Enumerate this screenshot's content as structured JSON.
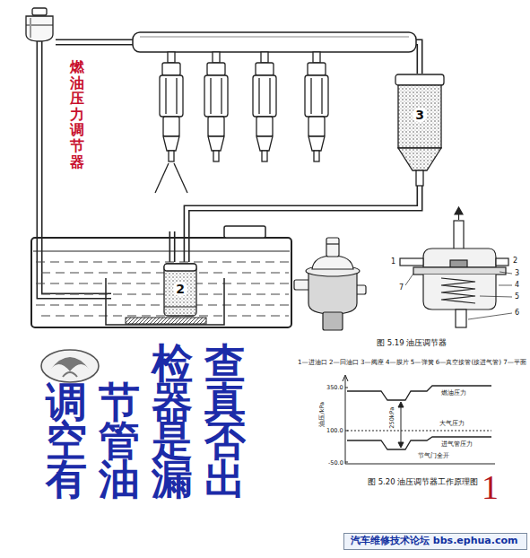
{
  "diagram": {
    "nodes": [
      {
        "text": [
          "燃油压力调节器"
        ]
      },
      {
        "text": [
          "3"
        ]
      },
      {
        "text": [
          "2"
        ]
      },
      {
        "text": [
          "汽车维修技术论坛 bbs.ephua.com"
        ]
      }
    ],
    "edges": [
      {
        "from": 2,
        "to": 1,
        "arrow": "none"
      },
      {
        "from": 1,
        "to": 0,
        "arrow": "none"
      }
    ],
    "labels": [
      "检查 调节器真 空管是否 有油漏出",
      "图 5.19 油压调节器",
      "1—进油口 2—回油口 3—阀座 4—膜片 5—弹簧 6—真空接管(接进气管) 7—平面",
      "1",
      "2",
      "3",
      "4",
      "5",
      "6",
      "7",
      "350.0",
      "100.0",
      "-50.0",
      "油压/kPa",
      "燃油压力",
      "250kPa",
      "大气压力",
      "进气管压力",
      "节气门全开",
      "图 5.20 油压调节器工作原理图",
      "1"
    ]
  }
}
